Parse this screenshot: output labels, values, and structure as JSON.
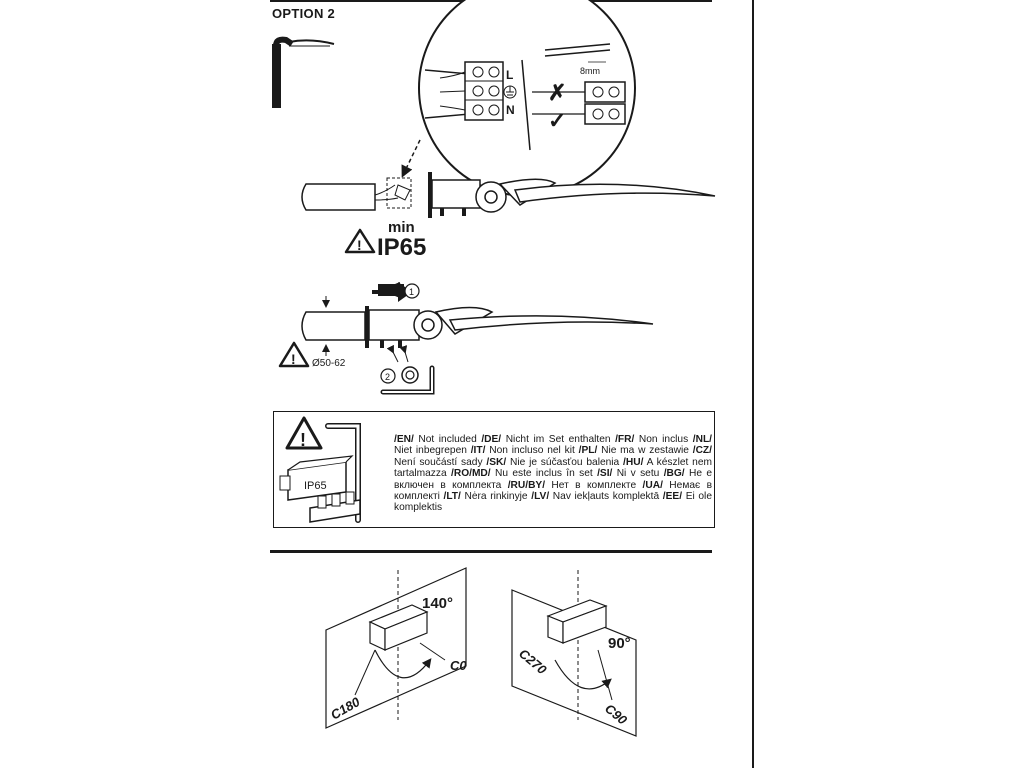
{
  "header": {
    "title": "OPTION 2"
  },
  "wiring": {
    "terminal_labels": [
      "L",
      "N"
    ],
    "strip_length": "8mm"
  },
  "rating": {
    "min_label": "min",
    "ip_label": "IP65"
  },
  "mounting": {
    "step1": "1",
    "step2": "2",
    "diameter": "Ø50-62"
  },
  "not_included": {
    "box_label": "IP65",
    "segments": [
      {
        "code": "/EN/",
        "text": " Not included "
      },
      {
        "code": "/DE/",
        "text": " Nicht im Set enthalten "
      },
      {
        "code": "/FR/",
        "text": " Non inclus "
      },
      {
        "code": "/NL/",
        "text": " Niet inbegrepen "
      },
      {
        "code": "/IT/",
        "text": " Non incluso nel kit "
      },
      {
        "code": "/PL/",
        "text": " Nie ma w zestawie "
      },
      {
        "code": "/CZ/",
        "text": " Není součástí sady "
      },
      {
        "code": "/SK/",
        "text": " Nie je súčasťou balenia "
      },
      {
        "code": "/HU/",
        "text": " A készlet nem tartalmazza "
      },
      {
        "code": "/RO/MD/",
        "text": " Nu este inclus în set "
      },
      {
        "code": "/SI/",
        "text": " Ni v setu "
      },
      {
        "code": "/BG/",
        "text": " Не е включен в комплекта "
      },
      {
        "code": "/RU/BY/",
        "text": " Нет в комплекте "
      },
      {
        "code": "/UA/",
        "text": " Немає в комплекті "
      },
      {
        "code": "/LT/",
        "text": " Nėra rinkinyje "
      },
      {
        "code": "/LV/",
        "text": " Nav iekļauts komplektā "
      },
      {
        "code": "/EE/",
        "text": " Ei ole komplektis"
      }
    ]
  },
  "angles": {
    "left": {
      "angle": "140°",
      "c0": "C0",
      "c180": "C180"
    },
    "right": {
      "angle": "90°",
      "c270": "C270",
      "c90": "C90"
    }
  }
}
